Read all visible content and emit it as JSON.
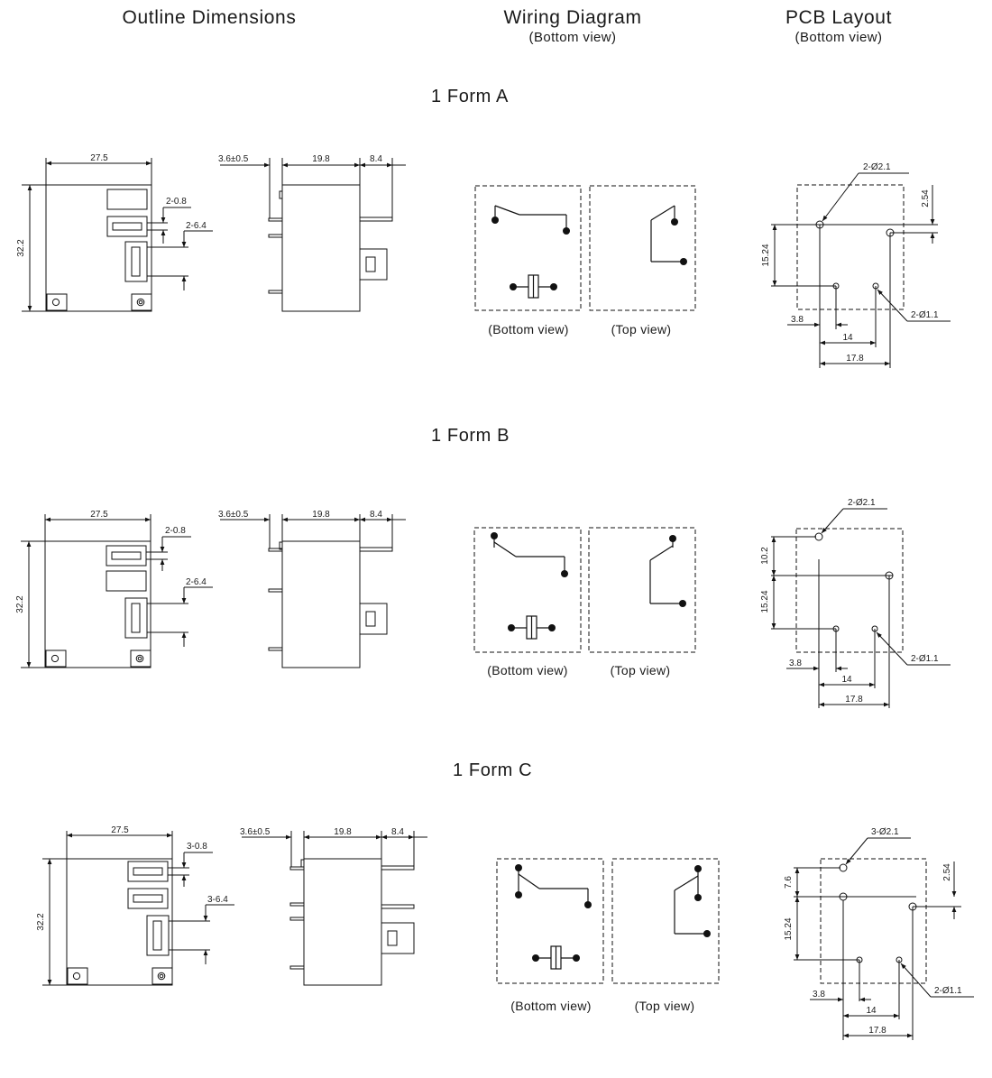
{
  "headers": {
    "outline": "Outline Dimensions",
    "wiring": "Wiring Diagram",
    "wiring_sub": "(Bottom view)",
    "pcb": "PCB Layout",
    "pcb_sub": "(Bottom view)"
  },
  "sections": [
    {
      "title": "1 Form A",
      "outline": {
        "width": "27.5",
        "height": "32.2",
        "terminal_thick": "2-0.8",
        "terminal_width": "2-6.4"
      },
      "side": {
        "offset": "3.6±0.5",
        "body": "19.8",
        "tab": "8.4"
      },
      "wiring": {
        "bottom_caption": "(Bottom view)",
        "top_caption": "(Top view)"
      },
      "pcb": {
        "large_hole": "2-Ø2.1",
        "small_hole": "2-Ø1.1",
        "dim_a": "2.54",
        "dim_b": "15.24",
        "dim_c": "3.8",
        "dim_d": "14",
        "dim_e": "17.8"
      }
    },
    {
      "title": "1 Form B",
      "outline": {
        "width": "27.5",
        "height": "32.2",
        "terminal_thick": "2-0.8",
        "terminal_width": "2-6.4"
      },
      "side": {
        "offset": "3.6±0.5",
        "body": "19.8",
        "tab": "8.4"
      },
      "wiring": {
        "bottom_caption": "(Bottom view)",
        "top_caption": "(Top view)"
      },
      "pcb": {
        "large_hole": "2-Ø2.1",
        "small_hole": "2-Ø1.1",
        "dim_a": "10.2",
        "dim_b": "15.24",
        "dim_c": "3.8",
        "dim_d": "14",
        "dim_e": "17.8"
      }
    },
    {
      "title": "1 Form C",
      "outline": {
        "width": "27.5",
        "height": "32.2",
        "terminal_thick": "3-0.8",
        "terminal_width": "3-6.4"
      },
      "side": {
        "offset": "3.6±0.5",
        "body": "19.8",
        "tab": "8.4"
      },
      "wiring": {
        "bottom_caption": "(Bottom view)",
        "top_caption": "(Top view)"
      },
      "pcb": {
        "large_hole": "3-Ø2.1",
        "small_hole": "2-Ø1.1",
        "dim_a": "2.54",
        "dim_b": "15.24",
        "dim_c": "3.8",
        "dim_d": "14",
        "dim_e": "17.8",
        "dim_f": "7.6"
      }
    }
  ]
}
